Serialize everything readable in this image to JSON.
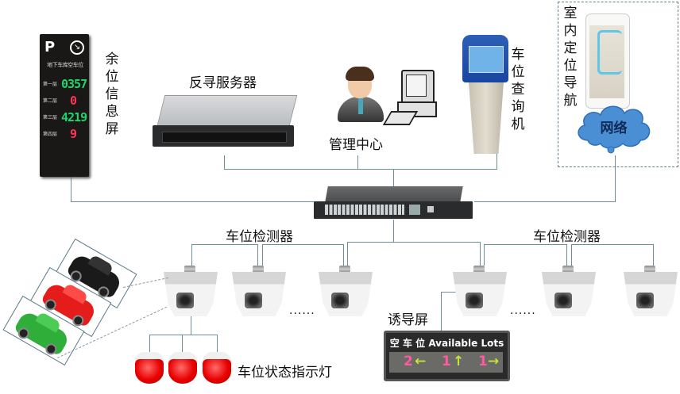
{
  "diagram": {
    "title": "Parking guidance and reverse car search system topology",
    "nodes": {
      "info_screen": {
        "label": "余位信息屏",
        "label_chars": [
          "余",
          "位",
          "信",
          "息",
          "屏"
        ],
        "sign_title": "地下车库空车位",
        "logo": "P",
        "rows": [
          {
            "level": "第一层",
            "value": "0357",
            "color": "#22d46a"
          },
          {
            "level": "第二层",
            "value": "0",
            "color": "#ff3355"
          },
          {
            "level": "第三层",
            "value": "4219",
            "color": "#22d46a"
          },
          {
            "level": "第四层",
            "value": "9",
            "color": "#ff3355"
          }
        ]
      },
      "server": {
        "label": "反寻服务器"
      },
      "management": {
        "label": "管理中心"
      },
      "kiosk": {
        "label": "车位查询机",
        "label_chars": [
          "车",
          "位",
          "查",
          "询",
          "机"
        ]
      },
      "indoor_nav": {
        "label": "室内定位导航",
        "label_chars": [
          "室",
          "内",
          "定",
          "位",
          "导",
          "航"
        ]
      },
      "network": {
        "label": "网络"
      },
      "switch": {
        "label": ""
      },
      "detectors_left": {
        "label": "车位检测器",
        "count_visible": 3,
        "ellipsis": "......"
      },
      "detectors_right": {
        "label": "车位检测器",
        "count_visible": 3,
        "ellipsis": "......"
      },
      "guide_screen": {
        "label": "诱导屏",
        "title": "空 车 位 Available Lots",
        "entries": [
          {
            "count": "2",
            "arrow": "←"
          },
          {
            "count": "1",
            "arrow": "↑"
          },
          {
            "count": "1",
            "arrow": "→"
          }
        ]
      },
      "status_lights": {
        "label": "车位状态指示灯",
        "count": 3,
        "color": "#e80000"
      },
      "parking_spaces": {
        "cars": [
          {
            "color": "#1a1a1a"
          },
          {
            "color": "#e51c1c"
          },
          {
            "color": "#2fae3a"
          }
        ]
      }
    },
    "edges": [
      [
        "server",
        "switch"
      ],
      [
        "management",
        "switch"
      ],
      [
        "kiosk",
        "switch"
      ],
      [
        "info_screen",
        "switch"
      ],
      [
        "network",
        "switch"
      ],
      [
        "switch",
        "detectors_left"
      ],
      [
        "switch",
        "detectors_right"
      ],
      [
        "detectors_right",
        "guide_screen"
      ],
      [
        "detectors_left",
        "status_lights"
      ]
    ],
    "colors": {
      "line": "#6f8f98",
      "cloud": "#4a8fd4",
      "dashed_border": "#6a7f8c"
    }
  }
}
